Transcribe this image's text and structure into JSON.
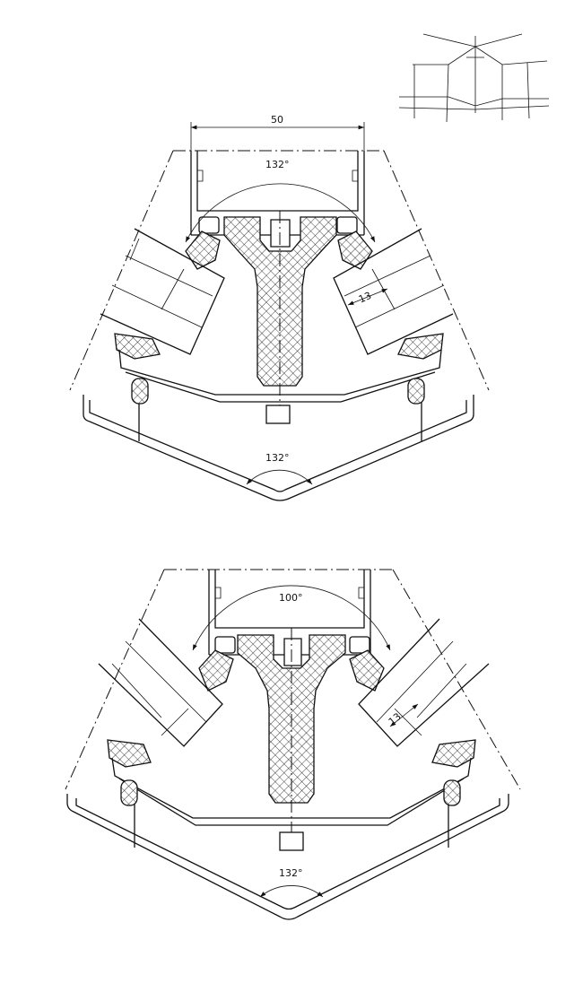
{
  "top_detail": {
    "width_dimension": "50",
    "upper_angle": "132°",
    "glass_dimension": "13",
    "lower_angle": "132°"
  },
  "bottom_detail": {
    "upper_angle": "100°",
    "glass_dimension": "13",
    "lower_angle": "132°"
  }
}
